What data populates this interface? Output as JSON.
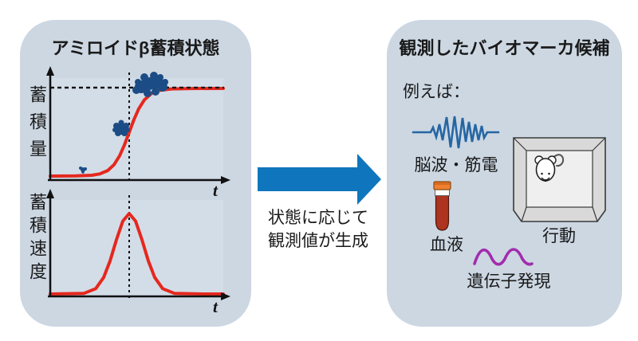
{
  "figure": {
    "left_panel": {
      "title": "アミロイドβ蓄積状態",
      "top_plot": {
        "y_label": "蓄積量",
        "x_label": "t",
        "curve": "sigmoid",
        "curve_color": "#e5281e",
        "markers": "amyloid-clumps"
      },
      "bottom_plot": {
        "y_label": "蓄積速度",
        "x_label": "t",
        "curve": "bell",
        "curve_color": "#e5281e"
      }
    },
    "arrow": {
      "caption_line1": "状態に応じて",
      "caption_line2": "観測値が生成",
      "color": "#0f76bd"
    },
    "right_panel": {
      "title": "観測したバイオマーカ候補",
      "intro": "例えば：",
      "items": [
        {
          "id": "eeg",
          "label": "脳波・筋電",
          "color": "#2565a3"
        },
        {
          "id": "blood",
          "label": "血液",
          "color": "#ad3420"
        },
        {
          "id": "behavior",
          "label": "行動",
          "color": "#d9d9d9"
        },
        {
          "id": "gene",
          "label": "遺伝子発現",
          "color": "#a22cae"
        }
      ]
    },
    "colors": {
      "panel_bg": "#ccd7e2",
      "plot_bg": "#d3dde7",
      "axis": "#111111",
      "amyloid": "#1c4c85"
    }
  }
}
